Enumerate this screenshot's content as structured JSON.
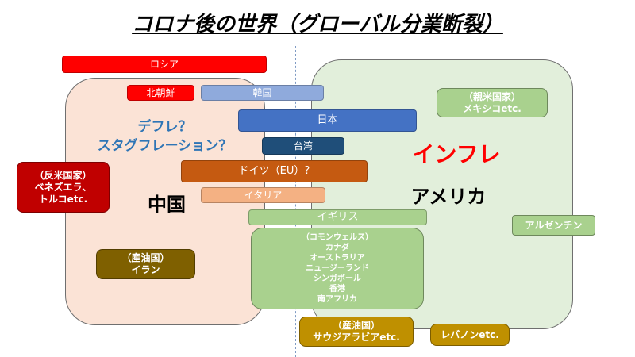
{
  "title": "コロナ後の世界（グローバル分業断裂）",
  "china": {
    "label": "中国",
    "status_line1": "デフレ？",
    "status_line2": "スタグフレーション？"
  },
  "usa": {
    "label": "アメリカ",
    "status": "インフレ"
  },
  "bars": {
    "russia": "ロシア",
    "north_korea": "北朝鮮",
    "korea": "韓国",
    "japan": "日本",
    "taiwan": "台湾",
    "germany": "ドイツ（EU）?",
    "italy": "イタリア",
    "uk": "イギリス"
  },
  "commonwealth": [
    "（コモンウェルス）",
    "カナダ",
    "オーストラリア",
    "ニュージーランド",
    "シンガポール",
    "香港",
    "南アフリカ"
  ],
  "boxes": {
    "anti_us": [
      "（反米国家）",
      "ベネズエラ、",
      "トルコetc."
    ],
    "oil_iran": [
      "（産油国）",
      "イラン"
    ],
    "pro_us": [
      "（親米国家）",
      "メキシコetc."
    ],
    "argentina": [
      "アルゼンチン"
    ],
    "oil_saudi": [
      "（産油国）",
      "サウジアラビアetc."
    ],
    "lebanon": [
      "レバノンetc."
    ]
  },
  "colors": {
    "russia": "#ff0000",
    "north_korea": "#ff0000",
    "korea": "#8faadc",
    "japan": "#4472c4",
    "taiwan": "#1f4e79",
    "germany": "#c55a11",
    "italy": "#f4b183",
    "uk": "#a9d18e",
    "commonwealth": "#a9d18e",
    "anti_us": "#c00000",
    "oil_iran": "#7f6000",
    "pro_us": "#a9d18e",
    "argentina": "#a9d18e",
    "oil_saudi": "#bf9000",
    "lebanon": "#bf9000",
    "china_region": "#fbe3d6",
    "usa_region": "#e2efdb",
    "china_status_text": "#2e75b6",
    "inflation_text": "#ff0000"
  }
}
